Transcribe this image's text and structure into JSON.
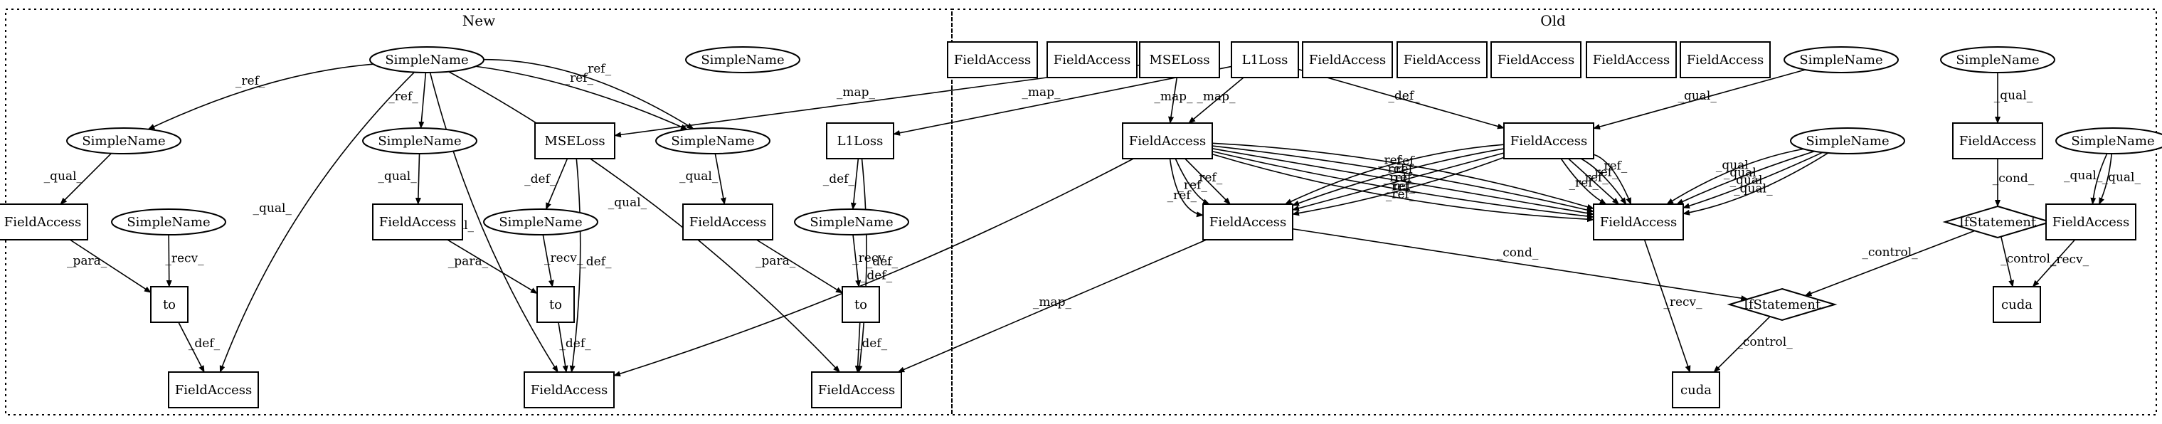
{
  "clusters": [
    {
      "id": "new",
      "label": "New"
    },
    {
      "id": "old",
      "label": "Old"
    }
  ],
  "nodes": [
    {
      "id": "n_sn_root",
      "label": "SimpleName",
      "shape": "ellipse"
    },
    {
      "id": "n_sn_lone",
      "label": "SimpleName",
      "shape": "ellipse"
    },
    {
      "id": "n_sn_a",
      "label": "SimpleName",
      "shape": "ellipse"
    },
    {
      "id": "n_sn_b",
      "label": "SimpleName",
      "shape": "ellipse"
    },
    {
      "id": "n_mseloss",
      "label": "MSELoss",
      "shape": "box"
    },
    {
      "id": "n_sn_c",
      "label": "SimpleName",
      "shape": "ellipse"
    },
    {
      "id": "n_l1loss",
      "label": "L1Loss",
      "shape": "box"
    },
    {
      "id": "n_fa_a",
      "label": "FieldAccess",
      "shape": "box"
    },
    {
      "id": "n_sn_recv_a",
      "label": "SimpleName",
      "shape": "ellipse"
    },
    {
      "id": "n_fa_b",
      "label": "FieldAccess",
      "shape": "box"
    },
    {
      "id": "n_sn_recv_b",
      "label": "SimpleName",
      "shape": "ellipse"
    },
    {
      "id": "n_fa_c",
      "label": "FieldAccess",
      "shape": "box"
    },
    {
      "id": "n_sn_recv_c",
      "label": "SimpleName",
      "shape": "ellipse"
    },
    {
      "id": "n_to_a",
      "label": "to",
      "shape": "box"
    },
    {
      "id": "n_to_b",
      "label": "to",
      "shape": "box"
    },
    {
      "id": "n_to_c",
      "label": "to",
      "shape": "box"
    },
    {
      "id": "n_fa_out_a",
      "label": "FieldAccess",
      "shape": "box"
    },
    {
      "id": "n_fa_out_b",
      "label": "FieldAccess",
      "shape": "box"
    },
    {
      "id": "n_fa_out_c",
      "label": "FieldAccess",
      "shape": "box"
    },
    {
      "id": "o_fa_t1",
      "label": "FieldAccess",
      "shape": "box"
    },
    {
      "id": "o_fa_t2",
      "label": "FieldAccess",
      "shape": "box"
    },
    {
      "id": "o_mseloss",
      "label": "MSELoss",
      "shape": "box"
    },
    {
      "id": "o_l1loss",
      "label": "L1Loss",
      "shape": "box"
    },
    {
      "id": "o_fa_t3",
      "label": "FieldAccess",
      "shape": "box"
    },
    {
      "id": "o_fa_t4",
      "label": "FieldAccess",
      "shape": "box"
    },
    {
      "id": "o_fa_t5",
      "label": "FieldAccess",
      "shape": "box"
    },
    {
      "id": "o_fa_t6",
      "label": "FieldAccess",
      "shape": "box"
    },
    {
      "id": "o_fa_t7",
      "label": "FieldAccess",
      "shape": "box"
    },
    {
      "id": "o_sn_top",
      "label": "SimpleName",
      "shape": "ellipse"
    },
    {
      "id": "o_sn_right",
      "label": "SimpleName",
      "shape": "ellipse"
    },
    {
      "id": "o_fa_left",
      "label": "FieldAccess",
      "shape": "box"
    },
    {
      "id": "o_fa_mid",
      "label": "FieldAccess",
      "shape": "box"
    },
    {
      "id": "o_sn_mid",
      "label": "SimpleName",
      "shape": "ellipse"
    },
    {
      "id": "o_fa_cond",
      "label": "FieldAccess",
      "shape": "box"
    },
    {
      "id": "o_sn_far",
      "label": "SimpleName",
      "shape": "ellipse"
    },
    {
      "id": "o_fa_low_a",
      "label": "FieldAccess",
      "shape": "box"
    },
    {
      "id": "o_fa_low_b",
      "label": "FieldAccess",
      "shape": "box"
    },
    {
      "id": "o_if_right",
      "label": "IfStatement",
      "shape": "diamond"
    },
    {
      "id": "o_fa_far",
      "label": "FieldAccess",
      "shape": "box"
    },
    {
      "id": "o_if_mid",
      "label": "IfStatement",
      "shape": "diamond"
    },
    {
      "id": "o_cuda_mid",
      "label": "cuda",
      "shape": "box"
    },
    {
      "id": "o_cuda_right",
      "label": "cuda",
      "shape": "box"
    }
  ],
  "edge_labels": [
    "_ref_",
    "_ref_",
    "_ref_",
    "_ref_",
    "_qual_",
    "_qual_",
    "_qual_",
    "_qual_",
    "_qual_",
    "_qual_",
    "_qual_",
    "_def_",
    "_def_",
    "_def_",
    "_def_",
    "_para_",
    "_recv_",
    "_para_",
    "_recv_",
    "_para_",
    "_recv_",
    "_def_",
    "_def_",
    "_def_",
    "_map_",
    "_map_",
    "_map_",
    "_map_",
    "_def_",
    "_def_",
    "_qual_",
    "_qual_",
    "_ref_",
    "_ref_",
    "_ref_",
    "_ref_",
    "_ref_",
    "_ref_",
    "_ref_",
    "_ref_",
    "_ref_",
    "_ref_",
    "_ref_",
    "_ref_",
    "_ref_",
    "_ref_",
    "_ref_",
    "_ref_",
    "_qual_",
    "_qual_",
    "_qual_",
    "_qual_",
    "_qual_",
    "_qual_",
    "_cond_",
    "_cond_",
    "_control_",
    "_control_",
    "_control_",
    "_recv_",
    "_recv_",
    "_map_"
  ]
}
